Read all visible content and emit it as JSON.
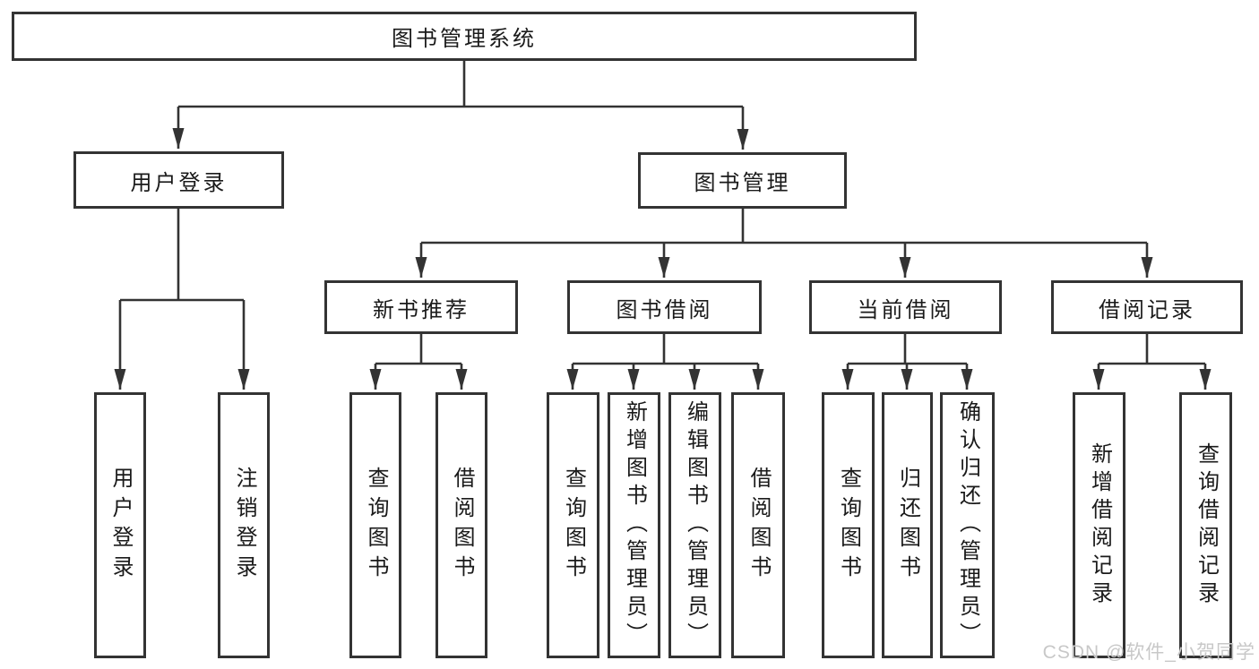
{
  "diagram": {
    "type": "hierarchy-tree",
    "root": {
      "label": "图书管理系统",
      "children": [
        {
          "label": "用户登录",
          "children": [
            {
              "label": "用户登录"
            },
            {
              "label": "注销登录"
            }
          ]
        },
        {
          "label": "图书管理",
          "children": [
            {
              "label": "新书推荐",
              "children": [
                {
                  "label": "查询图书"
                },
                {
                  "label": "借阅图书"
                }
              ]
            },
            {
              "label": "图书借阅",
              "children": [
                {
                  "label": "查询图书"
                },
                {
                  "label": "新增图书（管理员）"
                },
                {
                  "label": "编辑图书（管理员）"
                },
                {
                  "label": "借阅图书"
                }
              ]
            },
            {
              "label": "当前借阅",
              "children": [
                {
                  "label": "查询图书"
                },
                {
                  "label": "归还图书"
                },
                {
                  "label": "确认归还（管理员）"
                }
              ]
            },
            {
              "label": "借阅记录",
              "children": [
                {
                  "label": "新增借阅记录"
                },
                {
                  "label": "查询借阅记录"
                }
              ]
            }
          ]
        }
      ]
    }
  },
  "watermark": {
    "text": "CSDN @软件_小贺同学",
    "color": "#c8c8c8"
  },
  "colors": {
    "line": "#333333",
    "box_border": "#333333",
    "box_background": "#ffffff",
    "text": "#1a1a1a",
    "background": "#ffffff"
  }
}
